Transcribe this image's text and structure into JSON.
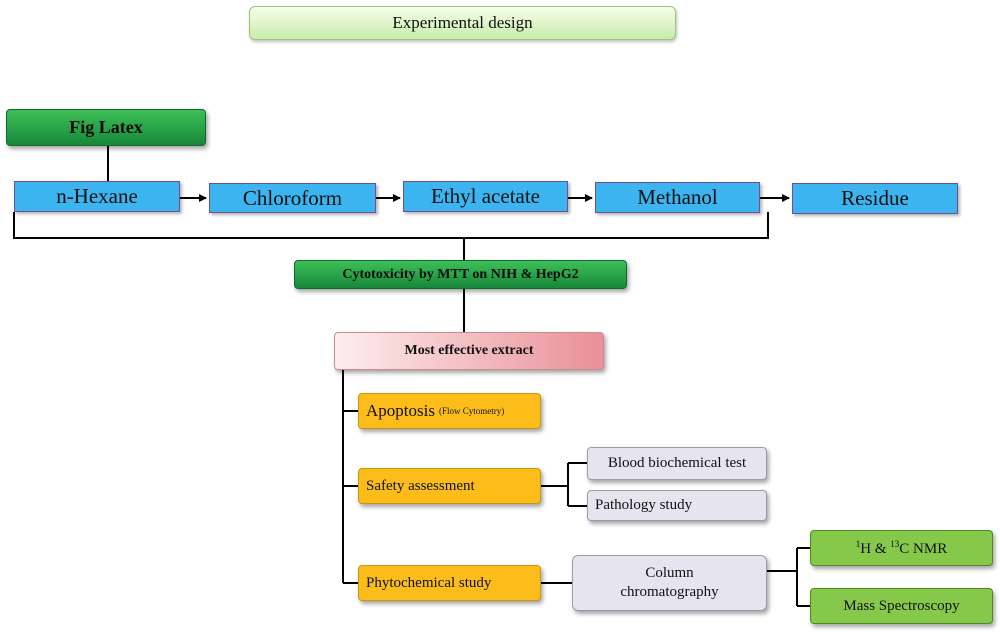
{
  "title": "Experimental design",
  "source": "Fig Latex",
  "fractions": [
    "n-Hexane",
    "Chloroform",
    "Ethyl acetate",
    "Methanol",
    "Residue"
  ],
  "cytotoxicity": "Cytotoxicity by MTT on NIH & HepG2",
  "most_effective": "Most effective extract",
  "apoptosis": {
    "label": "Apoptosis",
    "method": "(Flow Cytometry)"
  },
  "safety": {
    "label": "Safety assessment",
    "tests": [
      "Blood biochemical test",
      "Pathology study"
    ]
  },
  "phytochemical": {
    "label": "Phytochemical study",
    "column_line1": "Column",
    "column_line2": "chromatography",
    "nmr": {
      "sup1": "1",
      "part1": "H & ",
      "sup2": "13",
      "part2": "C NMR"
    },
    "mass": "Mass Spectroscopy"
  }
}
